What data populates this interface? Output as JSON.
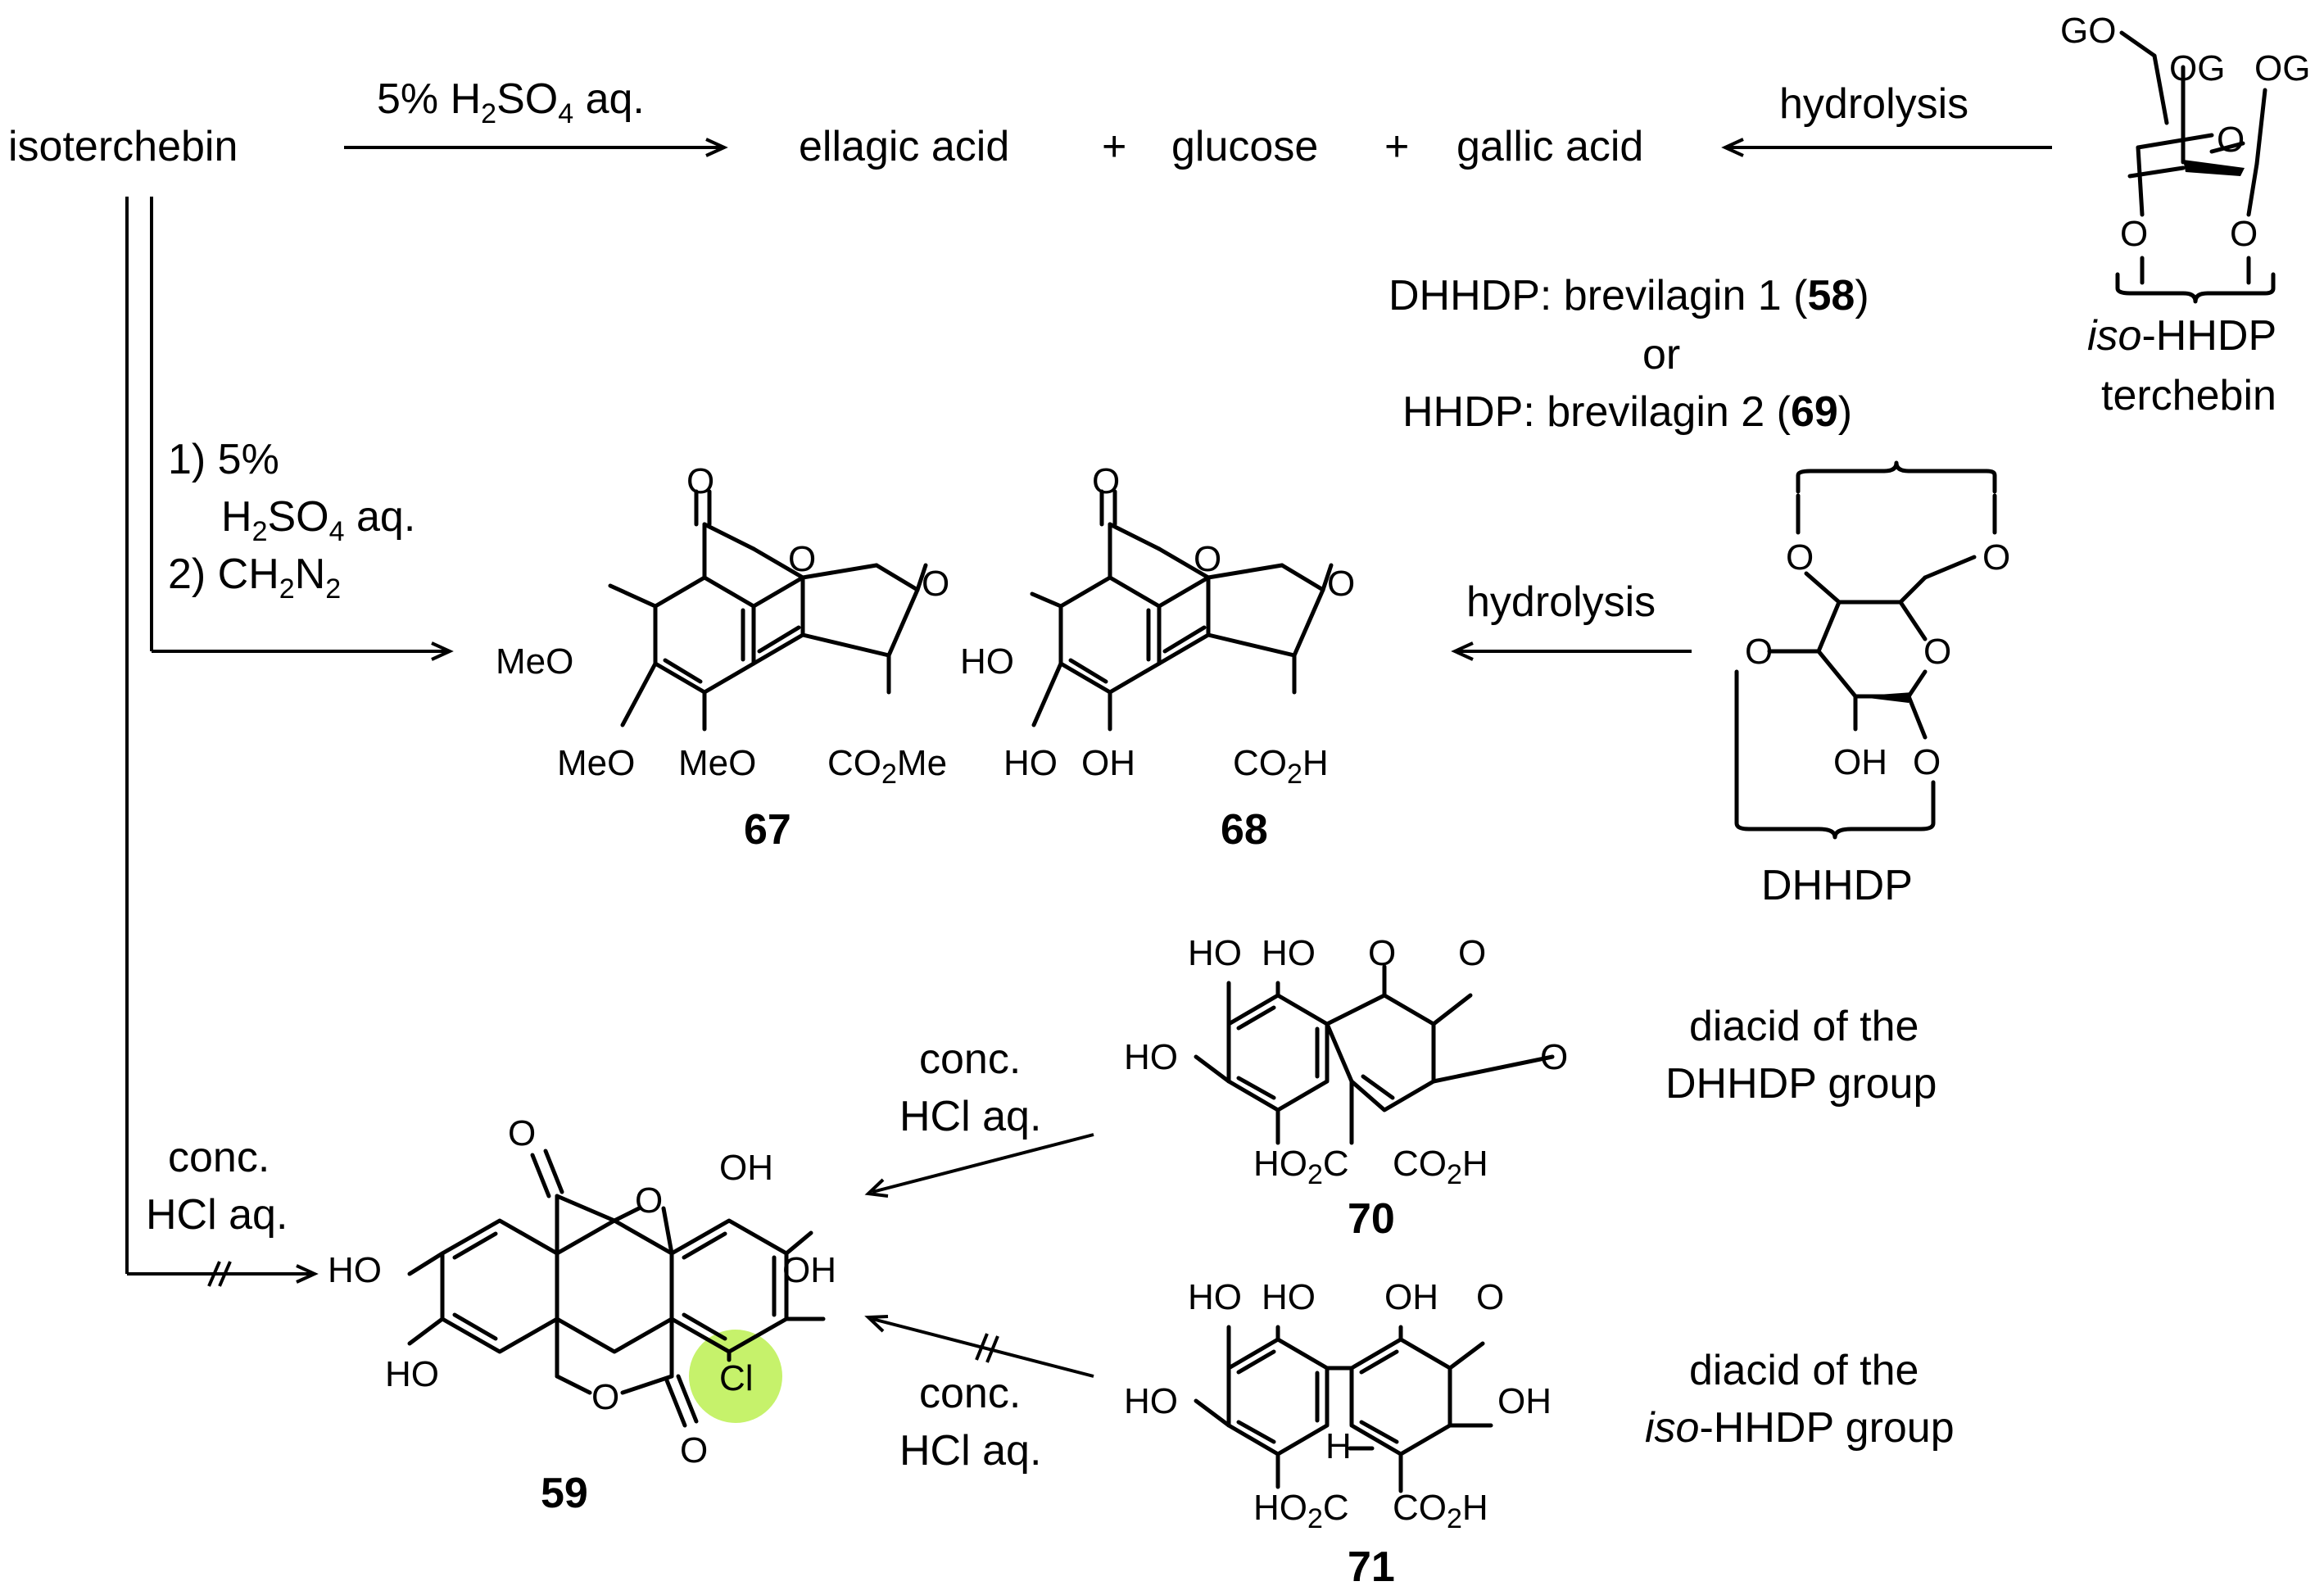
{
  "scheme": {
    "top": {
      "start": "isoterchebin",
      "reagent_pre": "5% H",
      "reagent_s1": "2",
      "reagent_mid": "SO",
      "reagent_s2": "4",
      "reagent_post": " aq.",
      "product1": "ellagic acid",
      "plus": "+",
      "product2": "glucose",
      "product3": "gallic acid",
      "hydrolysis": "hydrolysis"
    },
    "terchebin": {
      "label_italic": "iso",
      "label_rest": "-HHDP",
      "name": "terchebin",
      "GO": "GO",
      "OG": "OG",
      "O": "O"
    },
    "brevilagin": {
      "line1_pre": "DHHDP: brevilagin 1 (",
      "line1_num": "58",
      "line1_post": ")",
      "or": "or",
      "line3_pre": "HHDP: brevilagin 2 (",
      "line3_num": "69",
      "line3_post": ")"
    },
    "steps": {
      "s1": "1) 5%",
      "s2_pre": "H",
      "s2_sub1": "2",
      "s2_mid": "SO",
      "s2_sub2": "4",
      "s2_post": " aq.",
      "s3_pre": "2) CH",
      "s3_sub1": "2",
      "s3_mid": "N",
      "s3_sub2": "2",
      "conc": "conc.",
      "hcl": "HCl aq.",
      "hydrolysis2": "hydrolysis"
    },
    "compounds": {
      "c67": "67",
      "c68": "68",
      "c70": "70",
      "c71": "71",
      "c59": "59"
    },
    "atoms": {
      "O": "O",
      "MeO": "MeO",
      "HO": "HO",
      "OH": "OH",
      "Cl": "Cl",
      "H": "H",
      "CO": "CO",
      "Me": "Me",
      "HO2C_a": "HO",
      "HO2C_b": "C",
      "two": "2",
      "H_dash": "H",
      "DHHDP": "DHHDP"
    },
    "diacids": {
      "d70_l1": "diacid of the",
      "d70_l2": "DHHDP group",
      "d71_l1": "diacid of the",
      "d71_l2_italic": "iso",
      "d71_l2_rest": "-HHDP group"
    },
    "highlight_color": "#c6f26b"
  }
}
